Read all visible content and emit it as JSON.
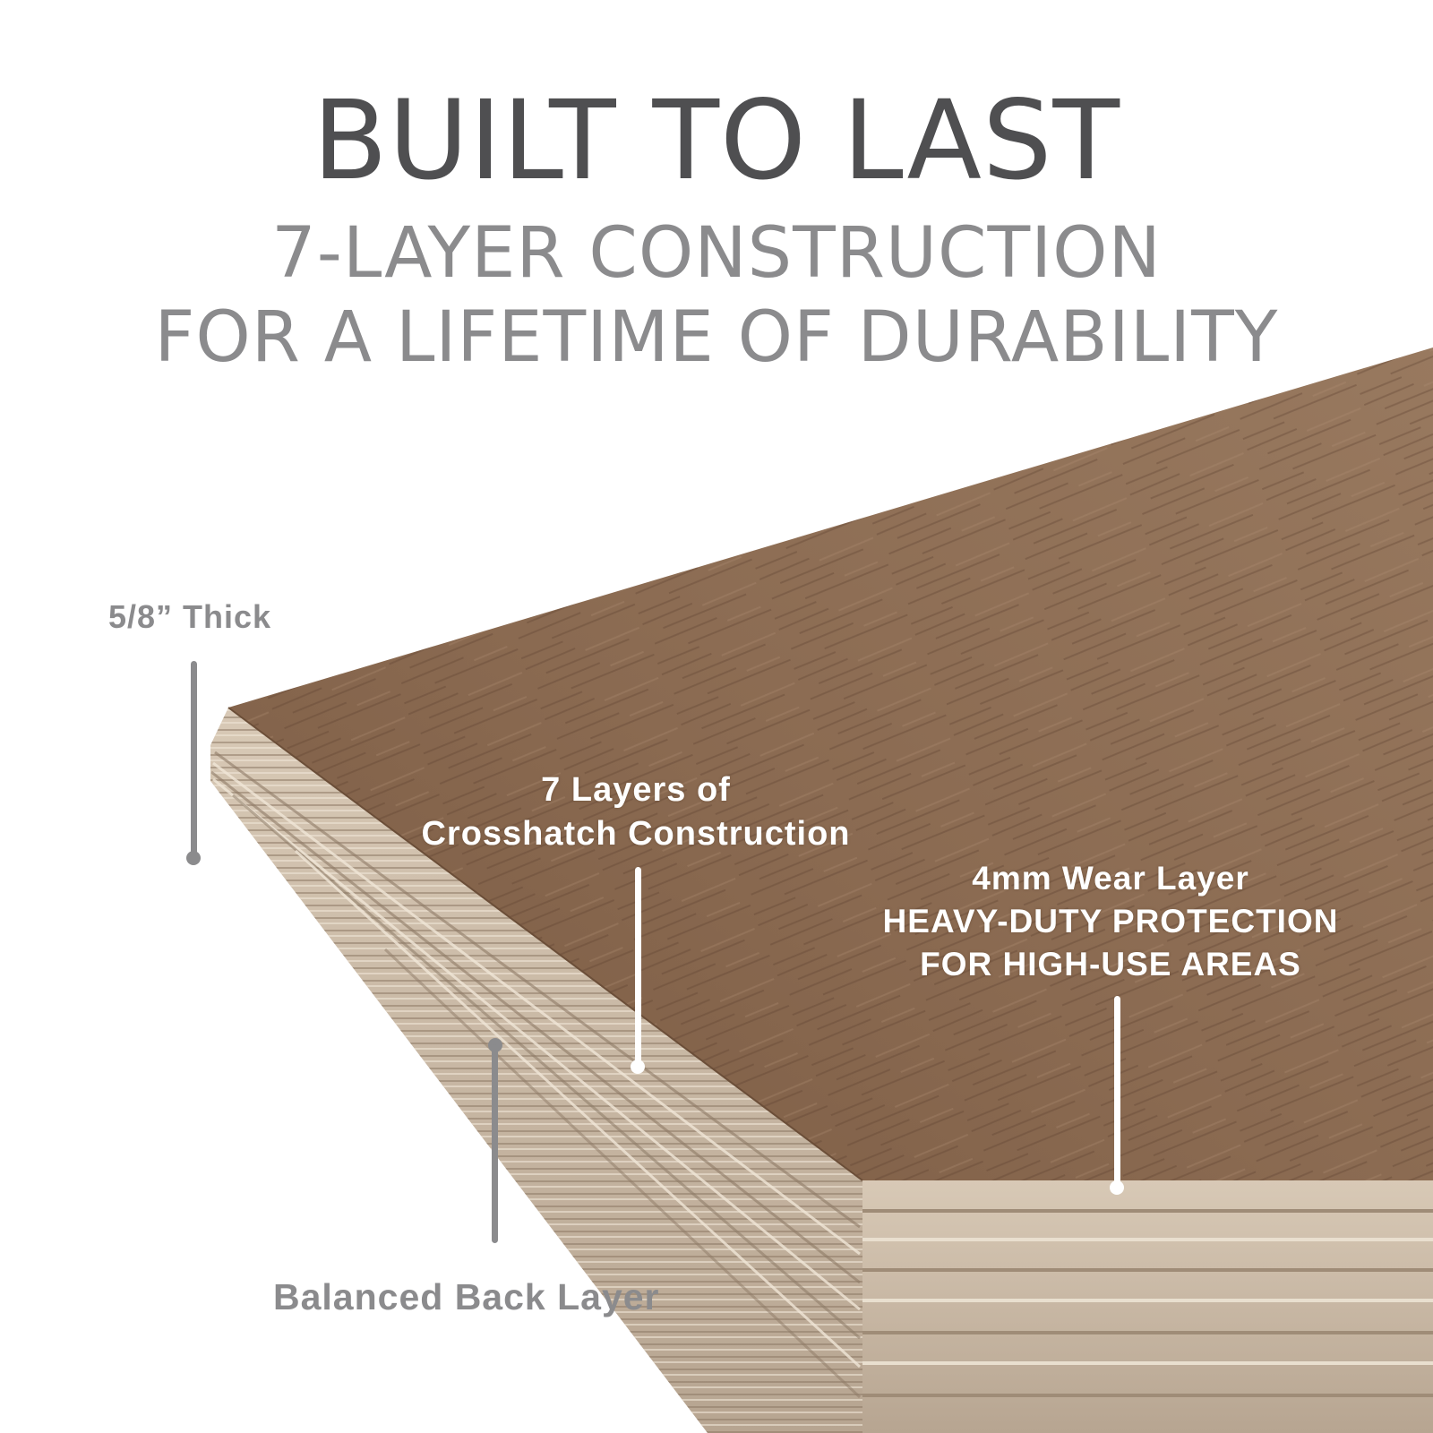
{
  "header": {
    "title": "BUILT TO LAST",
    "subtitle_line1": "7-LAYER CONSTRUCTION",
    "subtitle_line2": "FOR A LIFETIME OF DURABILITY"
  },
  "callouts": {
    "thickness": "5/8” Thick",
    "layers_line1": "7 Layers of",
    "layers_line2": "Crosshatch Construction",
    "wear_line1": "4mm Wear Layer",
    "wear_line2": "HEAVY-DUTY PROTECTION",
    "wear_line3": "FOR HIGH-USE AREAS",
    "back_layer": "Balanced Back Layer"
  },
  "colors": {
    "title": "#4f4f51",
    "subtitle": "#8b8b8d",
    "gray_callout": "#8b8b8d",
    "white_callout": "#ffffff",
    "wood_surface": "#8a6a50",
    "ply_edge": "#c9b8a4"
  },
  "icons": {
    "board": "engineered-wood-plank-cross-section"
  }
}
